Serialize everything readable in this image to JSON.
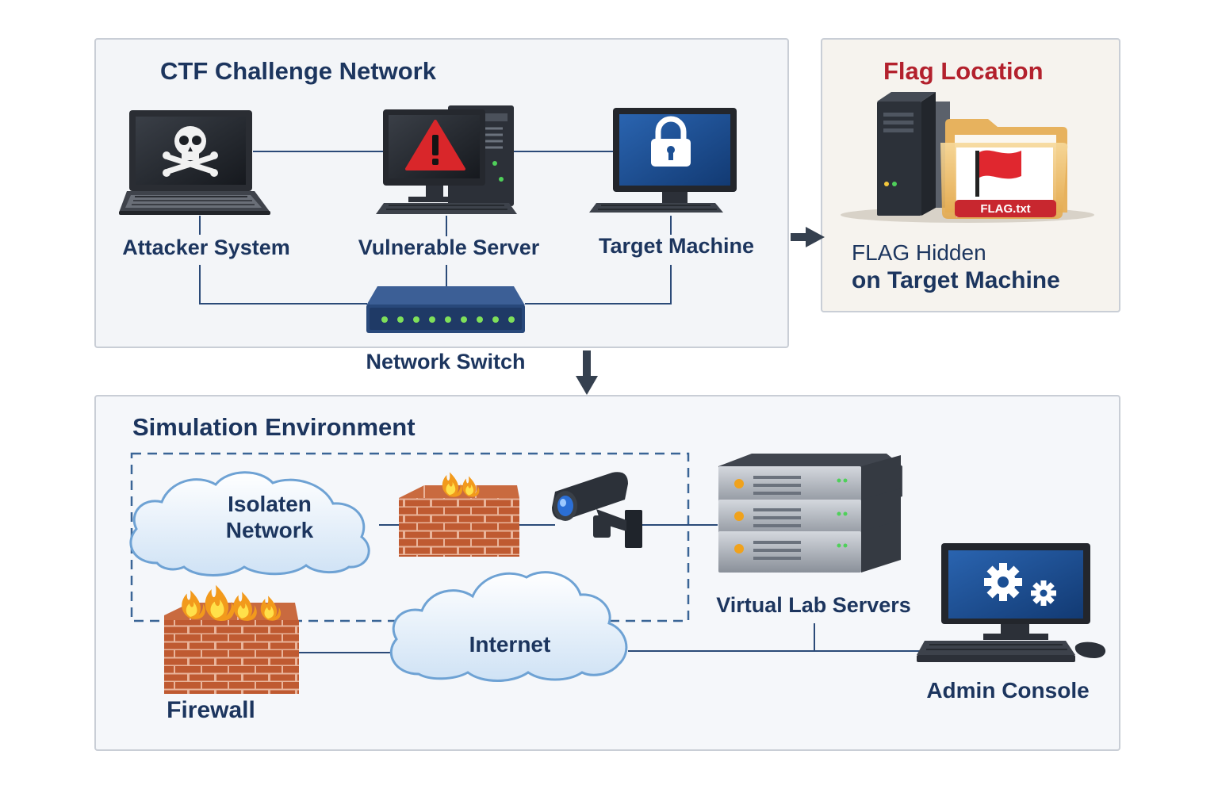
{
  "ctf": {
    "title": "CTF Challenge Network",
    "attacker": "Attacker System",
    "vulnerable": "Vulnerable Server",
    "target": "Target Machine",
    "switch": "Network Switch"
  },
  "flag": {
    "title": "Flag Location",
    "file": "FLAG.txt",
    "note_line1": "FLAG Hidden",
    "note_line2": "on Target Machine"
  },
  "sim": {
    "title": "Simulation Environment",
    "isolated_line1": "Isolaten",
    "isolated_line2": "Network",
    "internet": "Internet",
    "firewall": "Firewall",
    "servers": "Virtual Lab Servers",
    "admin": "Admin Console"
  },
  "icons": [
    "laptop-icon",
    "skull-icon",
    "desktop-icon",
    "warning-icon",
    "monitor-icon",
    "lock-icon",
    "switch-icon",
    "server-tower-icon",
    "folder-icon",
    "flag-icon",
    "cloud-icon",
    "brick-firewall-icon",
    "flame-icon",
    "security-camera-icon",
    "server-rack-icon",
    "gear-icon"
  ],
  "colors": {
    "title_text": "#1c355e",
    "flag_title": "#b3212d",
    "connector": "#2b4a78",
    "screen_blue": "#1b4f94",
    "warning_red": "#d9262a",
    "brick": "#b8552e",
    "flame": "#f29a1c",
    "switch_led": "#7fe05a"
  }
}
